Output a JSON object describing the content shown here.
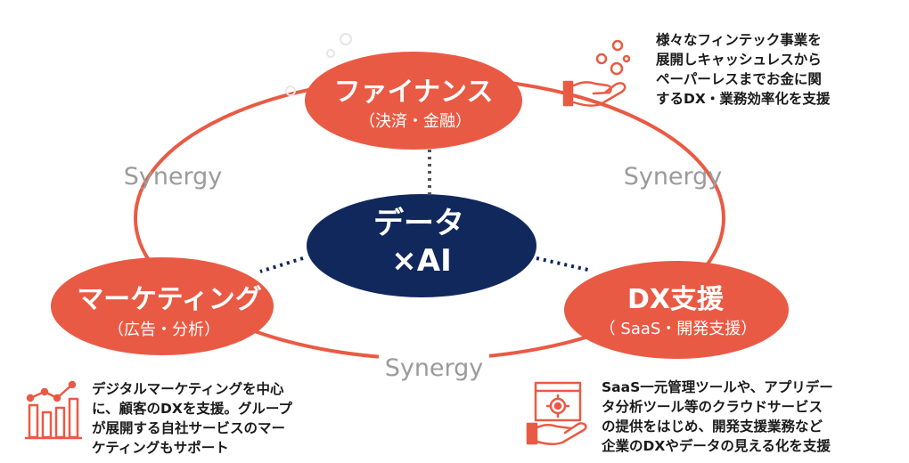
{
  "center": {
    "line1": "データ",
    "line2": "×AI",
    "color": "#11285c"
  },
  "accent_color": "#e95a44",
  "nodes": {
    "finance": {
      "title": "ファイナンス",
      "sub": "（決済・金融）"
    },
    "marketing": {
      "title": "マーケティング",
      "sub": "（広告・分析）"
    },
    "dx": {
      "title": "DX支援",
      "sub": "（ SaaS・開発支援）"
    }
  },
  "synergy": {
    "left": "Synergy",
    "right": "Synergy",
    "bottom": "Synergy"
  },
  "descriptions": {
    "finance": [
      "様々なフィンテック事業を",
      "展開しキャッシュレスから",
      "ペーパーレスまでお金に関",
      "するDX・業務効率化を支援"
    ],
    "marketing": [
      "デジタルマーケティングを中心",
      "に、顧客のDXを支援。グループ",
      "が展開する自社サービスのマー",
      "ケティングもサポート"
    ],
    "dx": [
      "SaaS一元管理ツールや、アプリデー",
      "タ分析ツール等のクラウドサービス",
      "の提供をはじめ、開発支援業務など",
      "企業のDXやデータの見える化を支援"
    ]
  },
  "icons": {
    "finance": "hand-coins-icon",
    "marketing": "chart-growth-icon",
    "dx": "hand-gear-window-icon"
  }
}
